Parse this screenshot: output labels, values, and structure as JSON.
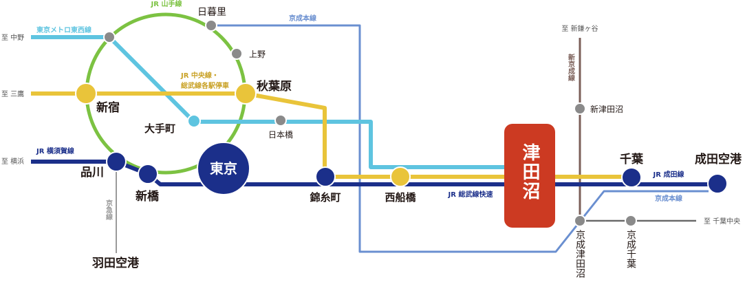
{
  "map": {
    "lines": {
      "yamanote": {
        "name": "JR 山手線",
        "color": "#7cc242"
      },
      "tozai": {
        "name": "東京メトロ東西線",
        "color": "#5ec4e0"
      },
      "chuo_sobu_local": {
        "name_line1": "JR 中央線・",
        "name_line2": "総武線各駅停車",
        "color": "#e9c43a",
        "label_color": "#c9a227"
      },
      "yokosuka": {
        "name": "JR 横須賀線",
        "color": "#1b2f8a"
      },
      "sobu_rapid": {
        "name": "JR 総武線快速",
        "color": "#1b2f8a"
      },
      "narita": {
        "name": "JR 成田線",
        "color": "#1b2f8a"
      },
      "keisei_main": {
        "name": "京成本線",
        "color": "#6a8fd0"
      },
      "keikyu": {
        "name": "京急線",
        "color": "#9a9a9a"
      },
      "shin_keisei": {
        "name": "新京成線",
        "color": "#7b5f58"
      },
      "keisei_chiba": {
        "color": "#6a6a6a"
      }
    },
    "directions": {
      "nakano": "至 中野",
      "mitaka": "至 三鷹",
      "yokohama": "至 横浜",
      "shin_kamagaya": "至 新鎌ヶ谷",
      "chiba_chuo": "至 千葉中央"
    },
    "stations": {
      "nippori": "日暮里",
      "ueno": "上野",
      "akihabara": "秋葉原",
      "shinjuku": "新宿",
      "otemachi": "大手町",
      "nihonbashi": "日本橋",
      "tokyo": "東京",
      "shinagawa": "品川",
      "shinbashi": "新橋",
      "haneda_airport": "羽田空港",
      "kinshicho": "錦糸町",
      "nishifunabashi": "西船橋",
      "shin_tsudanuma": "新津田沼",
      "keisei_tsudanuma": "京成津田沼",
      "keisei_chiba": "京成千葉",
      "chiba": "千葉",
      "narita_airport": "成田空港"
    },
    "highlight": {
      "name": "津田沼",
      "color": "#cc3a22"
    },
    "colors": {
      "station_gray": "#8a8a8a",
      "station_navy": "#1b2f8a",
      "station_yellow": "#e9c43a",
      "station_cyan": "#5ec4e0"
    }
  }
}
